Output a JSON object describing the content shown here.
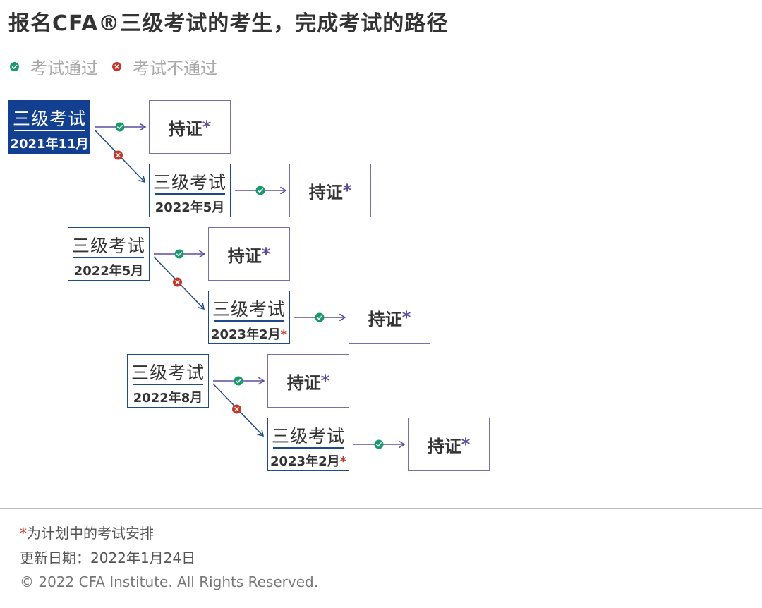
{
  "title": "报名CFA®三级考试的考生，完成考试的路径",
  "legend": {
    "pass": "考试通过",
    "fail": "考试不通过"
  },
  "colors": {
    "pass": "#1a9a6c",
    "fail": "#c0392b",
    "exam_border": "#1f4a8a",
    "exam_fill": "#123f8f",
    "cert_border": "#7a6fa8",
    "arrow": "#5b4fa0"
  },
  "paths": [
    {
      "exam": {
        "name": "三级考试",
        "date": "2021年11月",
        "planned": false,
        "highlighted": true
      },
      "pass_cert": "持证*",
      "retake": {
        "name": "三级考试",
        "date": "2022年5月",
        "planned": false
      },
      "retake_cert": "持证*"
    },
    {
      "exam": {
        "name": "三级考试",
        "date": "2022年5月",
        "planned": false,
        "highlighted": false
      },
      "pass_cert": "持证*",
      "retake": {
        "name": "三级考试",
        "date": "2023年2月",
        "planned": true
      },
      "retake_cert": "持证*"
    },
    {
      "exam": {
        "name": "三级考试",
        "date": "2022年8月",
        "planned": false,
        "highlighted": false
      },
      "pass_cert": "持证*",
      "retake": {
        "name": "三级考试",
        "date": "2023年2月",
        "planned": true
      },
      "retake_cert": "持证*"
    }
  ],
  "footer": {
    "note_star": "*",
    "note": "为计划中的考试安排",
    "update": "更新日期：2022年1月24日",
    "copyright": "© 2022 CFA Institute. All Rights Reserved."
  }
}
